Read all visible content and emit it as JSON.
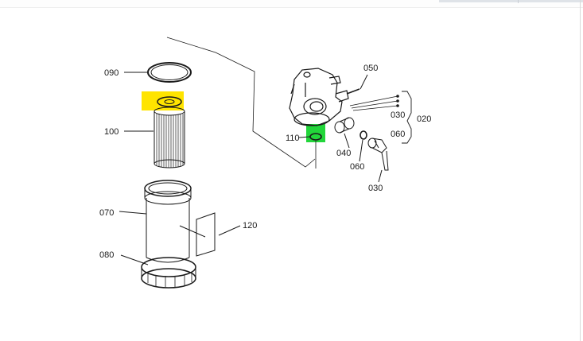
{
  "labels": {
    "p090": "090",
    "p100": "100",
    "p070": "070",
    "p080": "080",
    "p120": "120",
    "p050": "050",
    "p110": "110",
    "p040": "040",
    "p060a": "060",
    "p030a": "030",
    "p030b": "030",
    "p060b": "060",
    "p020": "020"
  },
  "colors": {
    "highlight_yellow": "#ffe400",
    "highlight_green": "#22d63a",
    "line": "#1a1a1a"
  }
}
